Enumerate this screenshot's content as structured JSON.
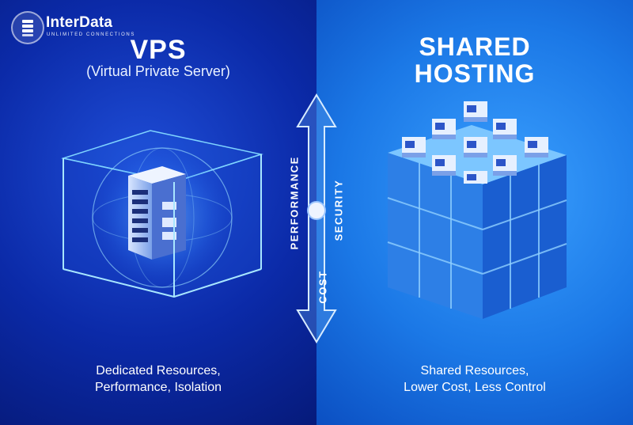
{
  "brand": {
    "name": "InterData",
    "tagline": "UNLIMITED CONNECTIONS"
  },
  "vps": {
    "title": "VPS",
    "subtitle": "(Virtual Private Server)",
    "caption_line1": "Dedicated Resources,",
    "caption_line2": "Performance, Isolation"
  },
  "shared": {
    "title_line1": "SHARED",
    "title_line2": "HOSTING",
    "caption_line1": "Shared Resources,",
    "caption_line2": "Lower Cost, Less Control"
  },
  "axis": {
    "performance": "PERFORMANCE",
    "security": "SECURITY",
    "cost": "COST"
  },
  "colors": {
    "vps_bg": "#0b2aa8",
    "shared_bg": "#1b78e6",
    "accent_glow": "#5cc8ff",
    "text": "#ffffff"
  }
}
